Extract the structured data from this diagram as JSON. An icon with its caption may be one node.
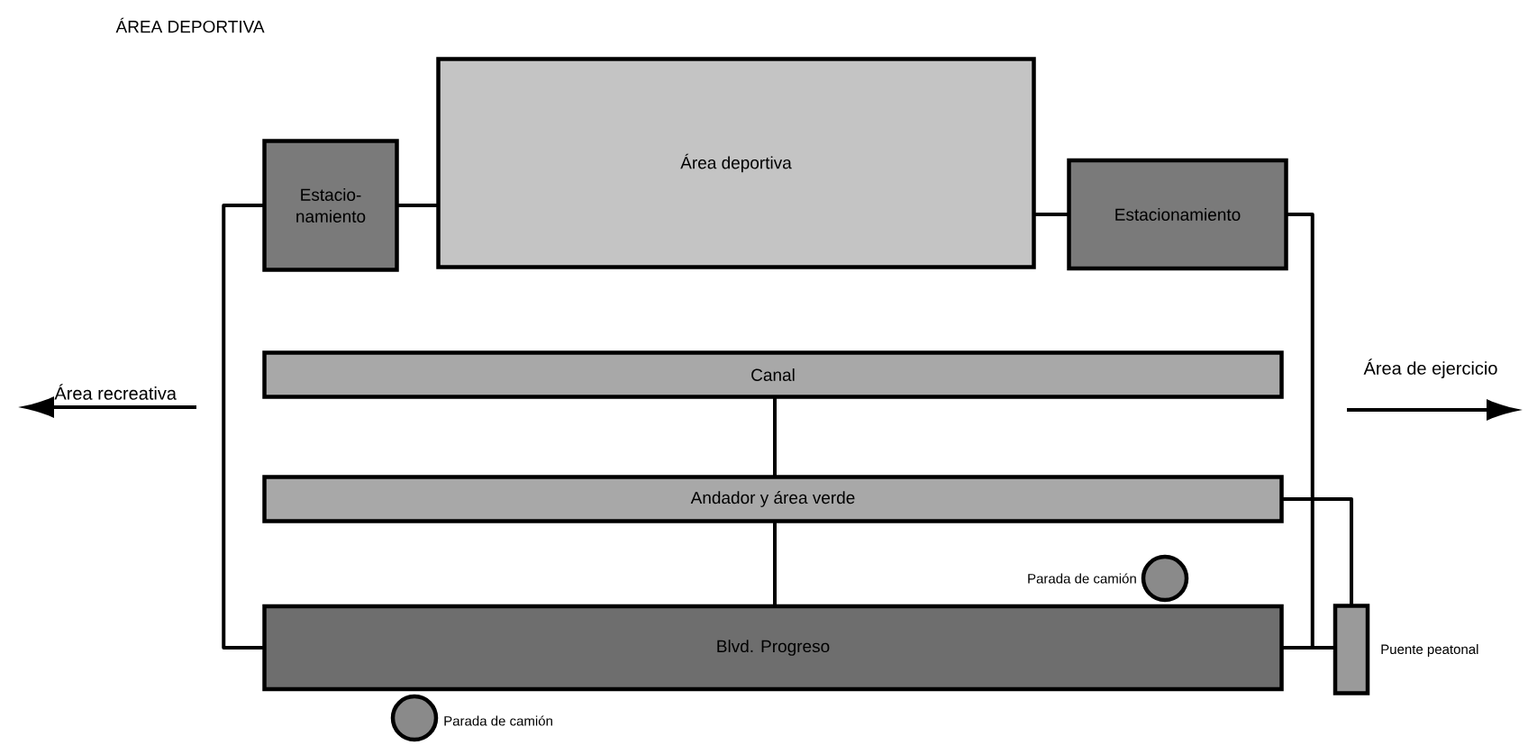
{
  "diagram": {
    "title": "ÁREA DEPORTIVA",
    "nodes": [
      {
        "text": [
          "Área deportiva"
        ]
      },
      {
        "text": [
          "Estacio- namiento"
        ]
      },
      {
        "text": [
          "Estacionamiento"
        ]
      },
      {
        "text": [
          "Canal"
        ]
      },
      {
        "text": [
          "Andador y área verde"
        ]
      },
      {
        "text": [
          "Blvd. Progreso"
        ]
      },
      {
        "text": [],
        "shape": "box",
        "beside": [
          "Puente peatonal"
        ]
      },
      {
        "text": [],
        "shape": "circle",
        "beside": [
          "Parada de camión"
        ]
      },
      {
        "text": [],
        "shape": "circle",
        "beside": [
          "Parada de camión"
        ]
      }
    ],
    "edges": [
      {
        "from": 1,
        "to": 5,
        "arrow": "none"
      },
      {
        "from": 1,
        "to": 0,
        "arrow": "none"
      },
      {
        "from": 0,
        "to": 2,
        "arrow": "none"
      },
      {
        "from": 3,
        "to": 4,
        "arrow": "none"
      },
      {
        "from": 4,
        "to": 5,
        "arrow": "none"
      },
      {
        "from": 2,
        "to": 5,
        "arrow": "none"
      },
      {
        "from": 5,
        "to": 6,
        "arrow": "none"
      },
      {
        "from": 4,
        "to": 6,
        "arrow": "none"
      }
    ],
    "labels": [
      "Área recreativa",
      "Área de ejercicio"
    ]
  }
}
